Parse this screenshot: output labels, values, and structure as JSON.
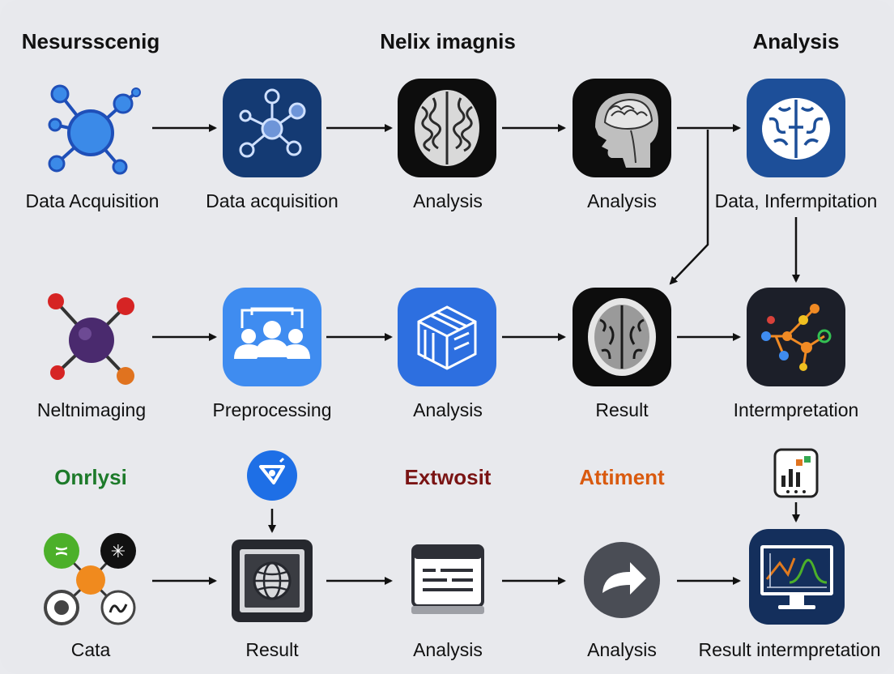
{
  "headers": [
    "Nesursscenig",
    "Nelix imagnis",
    "Analysis"
  ],
  "row1_labels": [
    "Data Acquisition",
    "Data acquisition",
    "Analysis",
    "Analysis",
    "Data, Infermpitation"
  ],
  "row2_labels": [
    "Neltnimaging",
    "Preprocessing",
    "Analysis",
    "Result",
    "Intermpretation"
  ],
  "row3_categories": [
    {
      "text": "Onrlysi",
      "color": "#1d7a2a"
    },
    {
      "text": "Extwosit",
      "color": "#7a1414"
    },
    {
      "text": "Attiment",
      "color": "#d95a0f"
    }
  ],
  "row3_labels": [
    "Cata",
    "Result",
    "Analysis",
    "Analysis",
    "Result intermpretation"
  ],
  "icons": {
    "row1": [
      "molecule-network-icon",
      "network-nodes-icon",
      "brain-scan-icon",
      "head-mri-icon",
      "brain-icon"
    ],
    "row2": [
      "molecule-icon",
      "team-icon",
      "cube-icon",
      "brain-axial-icon",
      "network-graph-icon"
    ],
    "row3": [
      "cluster-icon",
      "globe-screen-icon",
      "document-window-icon",
      "share-arrow-icon",
      "monitor-chart-icon"
    ],
    "extras": [
      "filter-badge-icon",
      "chart-tablet-icon"
    ]
  },
  "colors": {
    "background": "#e8e9ed",
    "navy": "#143a73",
    "blue": "#2d6fe0",
    "light_blue": "#3f8cf0",
    "black": "#0d0d0d",
    "arrow": "#111111"
  }
}
